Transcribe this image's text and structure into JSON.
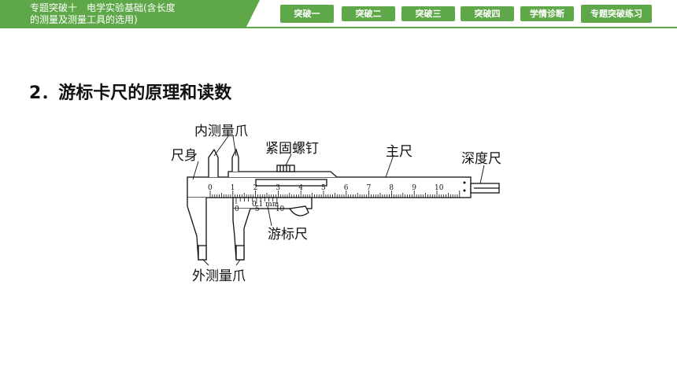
{
  "header": {
    "title_line1": "专题突破十　电学实验基础(含长度",
    "title_line2": "的测量及测量工具的选用)",
    "tabs": [
      {
        "label": "突破一",
        "active": true
      },
      {
        "label": "突破二",
        "active": false
      },
      {
        "label": "突破三",
        "active": false
      },
      {
        "label": "突破四",
        "active": false
      },
      {
        "label": "学情诊断",
        "active": false
      },
      {
        "label": "专题突破练习",
        "active": true
      }
    ],
    "accent_color": "#5fa84a"
  },
  "section": {
    "heading": "2．游标卡尺的原理和读数"
  },
  "diagram": {
    "labels": {
      "inner_jaw": "内测量爪",
      "body": "尺身",
      "lock_screw": "紧固螺钉",
      "main_scale": "主尺",
      "depth_rod": "深度尺",
      "vernier": "游标尺",
      "outer_jaw": "外测量爪"
    },
    "main_scale_numbers": [
      "0",
      "1",
      "2",
      "3",
      "4",
      "5",
      "6",
      "7",
      "8",
      "9",
      "10"
    ],
    "vernier_numbers": [
      "0",
      "5",
      "10"
    ],
    "vernier_precision": "0.1 mm"
  }
}
